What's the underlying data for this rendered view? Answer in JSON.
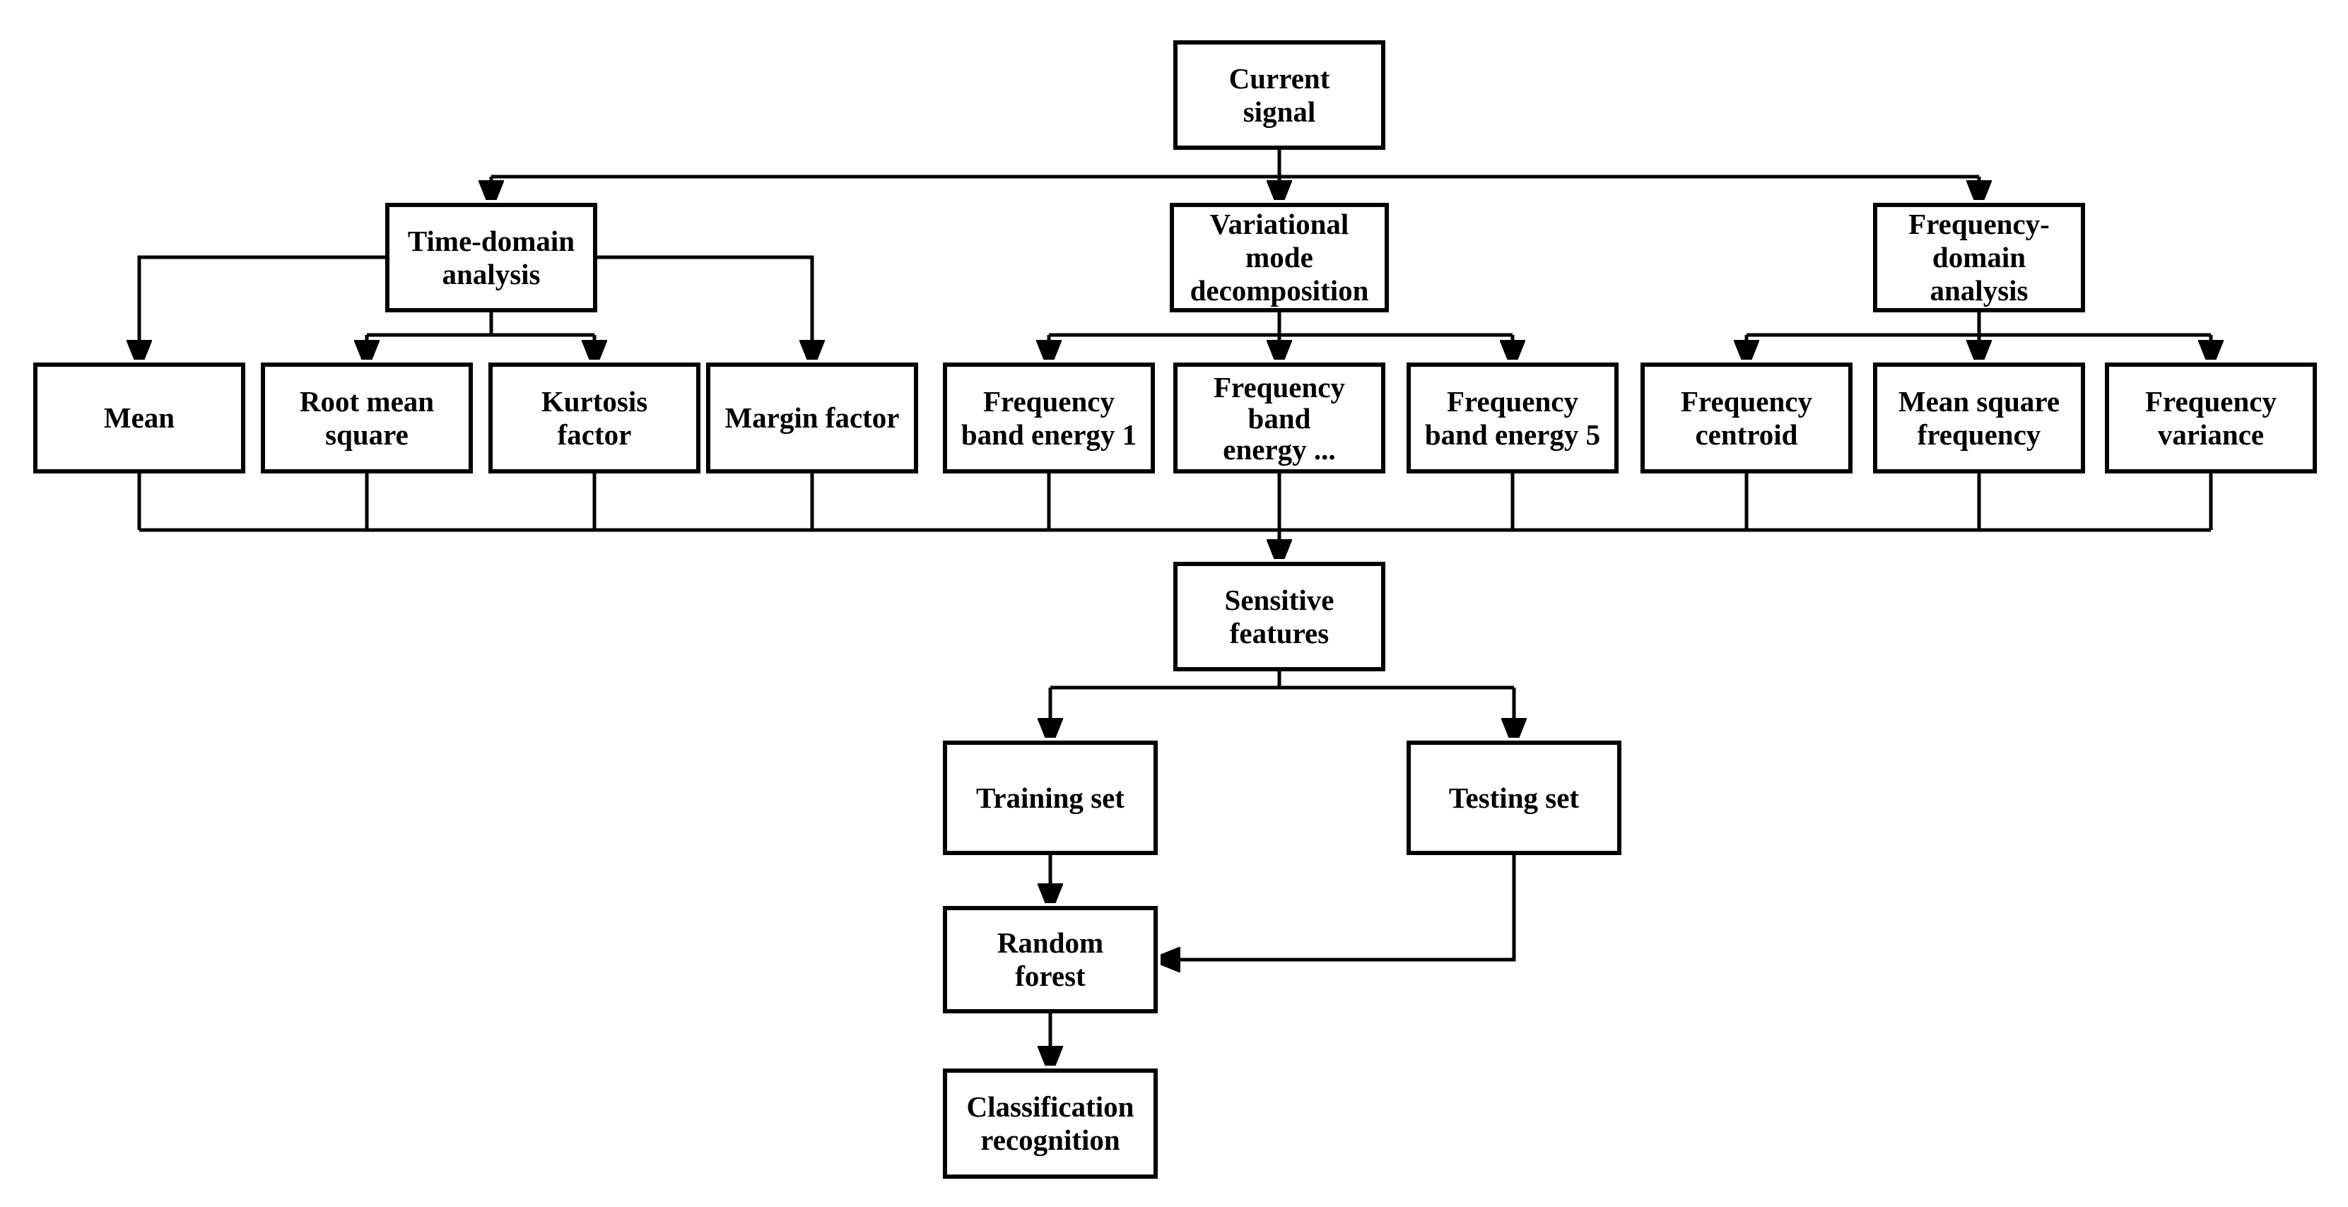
{
  "figure": {
    "type": "flowchart",
    "background_color": "#ffffff",
    "line_color": "#000000",
    "box_border_color": "#000000",
    "box_fill_color": "#ffffff",
    "text_color": "#000000"
  },
  "nodes": {
    "current_signal": {
      "label": [
        "Current",
        "signal"
      ]
    },
    "time_domain_analysis": {
      "label": [
        "Time-domain",
        "analysis"
      ]
    },
    "variational_mode_decomposition": {
      "label": [
        "Variational",
        "mode",
        "decomposition"
      ]
    },
    "frequency_domain_analysis": {
      "label": [
        "Frequency-",
        "domain",
        "analysis"
      ]
    },
    "mean": {
      "label": [
        "Mean"
      ]
    },
    "root_mean_square": {
      "label": [
        "Root mean",
        "square"
      ]
    },
    "kurtosis_factor": {
      "label": [
        "Kurtosis",
        "factor"
      ]
    },
    "margin_factor": {
      "label": [
        "Margin factor"
      ]
    },
    "frequency_band_energy_1": {
      "label": [
        "Frequency",
        "band energy 1"
      ]
    },
    "frequency_band_energy_dots": {
      "label": [
        "Frequency",
        "band",
        "energy ..."
      ]
    },
    "frequency_band_energy_5": {
      "label": [
        "Frequency",
        "band energy 5"
      ]
    },
    "frequency_centroid": {
      "label": [
        "Frequency",
        "centroid"
      ]
    },
    "mean_square_frequency": {
      "label": [
        "Mean square",
        "frequency"
      ]
    },
    "frequency_variance": {
      "label": [
        "Frequency",
        "variance"
      ]
    },
    "sensitive_features": {
      "label": [
        "Sensitive",
        "features"
      ]
    },
    "training_set": {
      "label": [
        "Training set"
      ]
    },
    "testing_set": {
      "label": [
        "Testing set"
      ]
    },
    "random_forest": {
      "label": [
        "Random",
        "forest"
      ]
    },
    "classification_recognition": {
      "label": [
        "Classification",
        "recognition"
      ]
    }
  },
  "edges": [
    "current_signal -> time_domain_analysis",
    "current_signal -> variational_mode_decomposition",
    "current_signal -> frequency_domain_analysis",
    "time_domain_analysis -> mean",
    "time_domain_analysis -> root_mean_square",
    "time_domain_analysis -> kurtosis_factor",
    "time_domain_analysis -> margin_factor",
    "variational_mode_decomposition -> frequency_band_energy_1",
    "variational_mode_decomposition -> frequency_band_energy_dots",
    "variational_mode_decomposition -> frequency_band_energy_5",
    "frequency_domain_analysis -> frequency_centroid",
    "frequency_domain_analysis -> mean_square_frequency",
    "frequency_domain_analysis -> frequency_variance",
    "all_features -> sensitive_features",
    "sensitive_features -> training_set",
    "sensitive_features -> testing_set",
    "training_set -> random_forest",
    "testing_set -> random_forest",
    "random_forest -> classification_recognition"
  ]
}
